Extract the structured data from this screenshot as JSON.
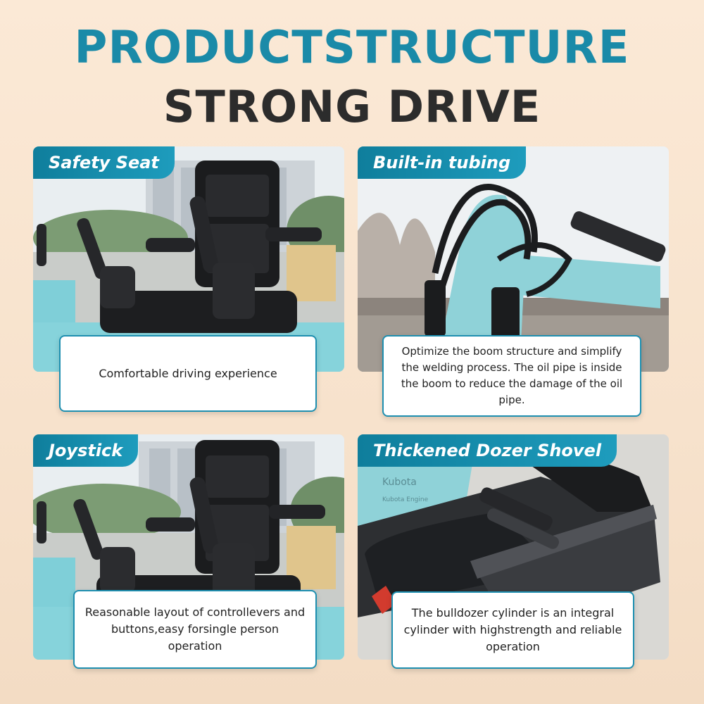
{
  "header": {
    "title_line1": "PRODUCTSTRUCTURE",
    "title_line2": "STRONG DRIVE"
  },
  "panels": [
    {
      "tag": "Safety Seat",
      "caption": "Comfortable driving  experience"
    },
    {
      "tag": "Built-in tubing",
      "caption": "Optimize the boom structure and simplify the welding process. The oil pipe is inside the boom to reduce the damage of the oil pipe."
    },
    {
      "tag": "Joystick",
      "caption": "Reasonable layout of controllevers and buttons,easy forsingle person operation"
    },
    {
      "tag": "Thickened Dozer Shovel",
      "caption": "The bulldozer cylinder is an integral cylinder with highstrength and reliable operation"
    }
  ],
  "photo_labels": {
    "brand_text": "Kubota",
    "engine_text": "Kubota Engine"
  },
  "colors": {
    "accent": "#1a8aa8",
    "dark": "#2c2c2c",
    "machine": "#7fcfd8"
  }
}
